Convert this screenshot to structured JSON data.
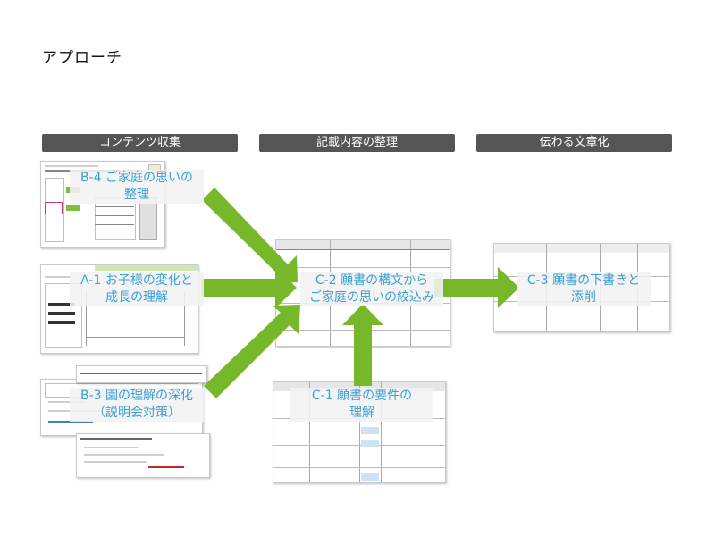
{
  "page": {
    "title": "アプローチ"
  },
  "phases": [
    {
      "label": "コンテンツ収集"
    },
    {
      "label": "記載内容の整理"
    },
    {
      "label": "伝わる文章化"
    }
  ],
  "labels": {
    "b4": {
      "line1": "B-4 ご家庭の思いの",
      "line2": "整理"
    },
    "a1": {
      "line1": "A-1 お子様の変化と",
      "line2": "成長の理解"
    },
    "b3": {
      "line1": "B-3 園の理解の深化",
      "line2": "（説明会対策）"
    },
    "c2": {
      "line1": "C-2 願書の構文から",
      "line2": "ご家庭の思いの絞込み"
    },
    "c1": {
      "line1": "C-1 願書の要件の",
      "line2": "理解"
    },
    "c3": {
      "line1": "C-3 願書の下書きと",
      "line2": "添削"
    }
  },
  "colors": {
    "phase_bg": "#555555",
    "arrow": "#77b82a",
    "label_text": "#3aa0d6"
  }
}
